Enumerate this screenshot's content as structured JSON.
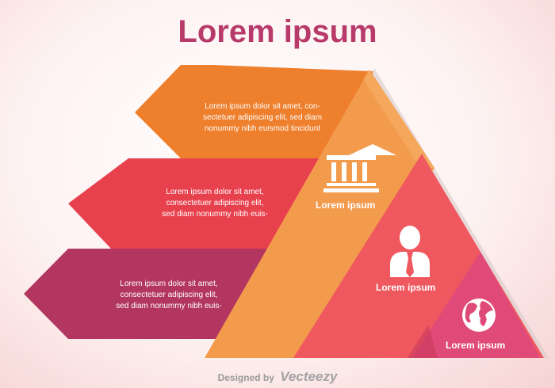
{
  "title": "Lorem ipsum",
  "arrows": [
    {
      "text": "Lorem ipsum dolor sit amet, con-\nsectetuer adipiscing elit, sed diam\nnonummy nibh euismod tincidunt",
      "color": "#ef8a3a"
    },
    {
      "text": "Lorem ipsum dolor sit amet,\nconsectetuer adipiscing elit,\nsed diam nonummy nibh euis-",
      "color": "#e8414e"
    },
    {
      "text": "Lorem ipsum dolor sit amet,\nconsectetuer adipiscing elit,\nsed diam nonummy nibh euis-",
      "color": "#b13a62"
    }
  ],
  "levels": [
    {
      "label": "Lorem ipsum",
      "icon": "bank-building-icon"
    },
    {
      "label": "Lorem ipsum",
      "icon": "businessman-icon"
    },
    {
      "label": "Lorem ipsum",
      "icon": "globe-icon"
    }
  ],
  "footer": {
    "prefix": "Designed by",
    "brand": "Vecteezy"
  }
}
